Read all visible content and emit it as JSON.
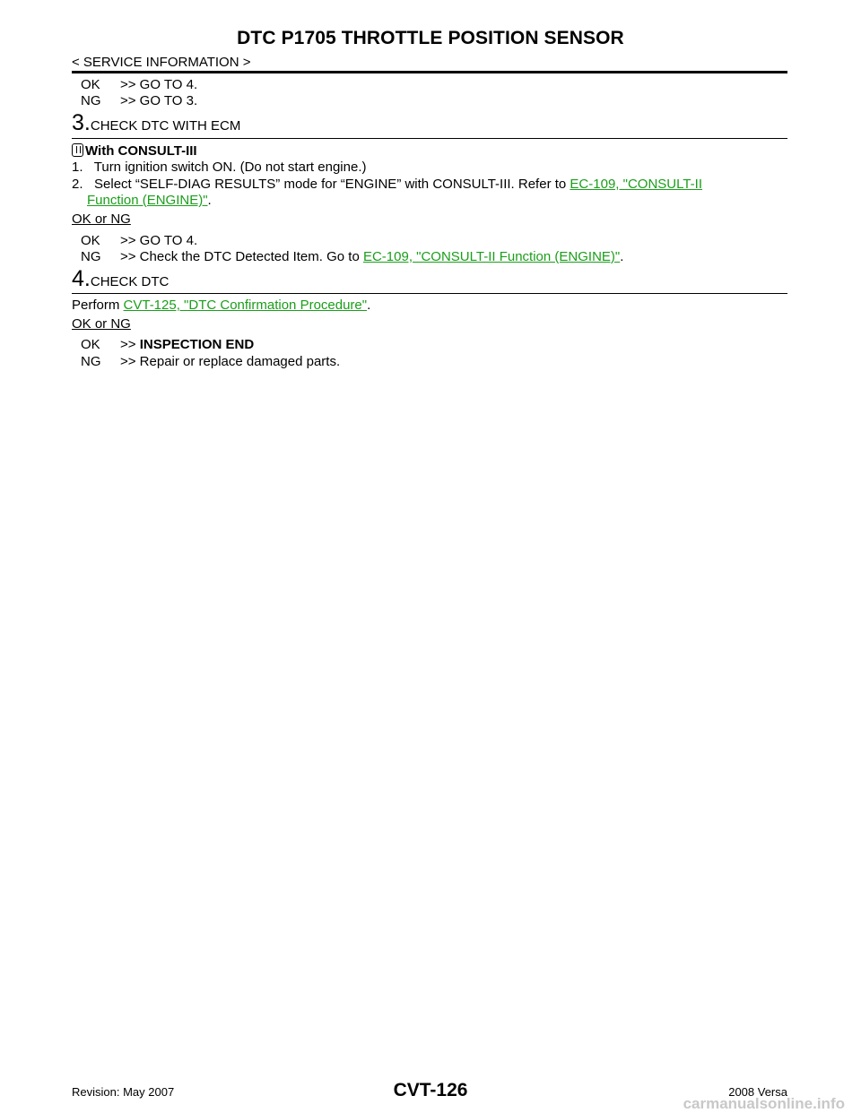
{
  "header": {
    "title": "DTC P1705 THROTTLE POSITION SENSOR",
    "section": "< SERVICE INFORMATION >"
  },
  "top_results": {
    "ok_code": "OK",
    "ok_text": ">> GO TO 4.",
    "ng_code": "NG",
    "ng_text": ">> GO TO 3."
  },
  "step3": {
    "number": "3.",
    "title": "CHECK DTC WITH ECM",
    "consult_label": "With CONSULT-III",
    "item1": "1.   Turn ignition switch ON. (Do not start engine.)",
    "item2_prefix": "2.   Select “SELF-DIAG RESULTS” mode for “ENGINE” with CONSULT-III. Refer to ",
    "item2_link_part1": "EC-109, \"CONSULT-II",
    "item2_link_part2": "Function (ENGINE)\"",
    "item2_suffix": ".",
    "ok_or_ng": "OK or NG",
    "ok_code": "OK",
    "ok_text": ">> GO TO 4.",
    "ng_code": "NG",
    "ng_prefix": ">> Check the DTC Detected Item. Go to ",
    "ng_link": "EC-109, \"CONSULT-II Function (ENGINE)\"",
    "ng_suffix": "."
  },
  "step4": {
    "number": "4.",
    "title": "CHECK DTC",
    "perform_prefix": "Perform ",
    "perform_link": "CVT-125, \"DTC Confirmation Procedure\"",
    "perform_suffix": ".",
    "ok_or_ng": "OK or NG",
    "ok_code": "OK",
    "ok_arrow": ">> ",
    "ok_text": "INSPECTION END",
    "ng_code": "NG",
    "ng_text": ">> Repair or replace damaged parts."
  },
  "footer": {
    "revision": "Revision: May 2007",
    "page_id": "CVT-126",
    "model": "2008 Versa"
  },
  "watermark": "carmanualsonline.info",
  "colors": {
    "link": "#1a9e1a"
  }
}
